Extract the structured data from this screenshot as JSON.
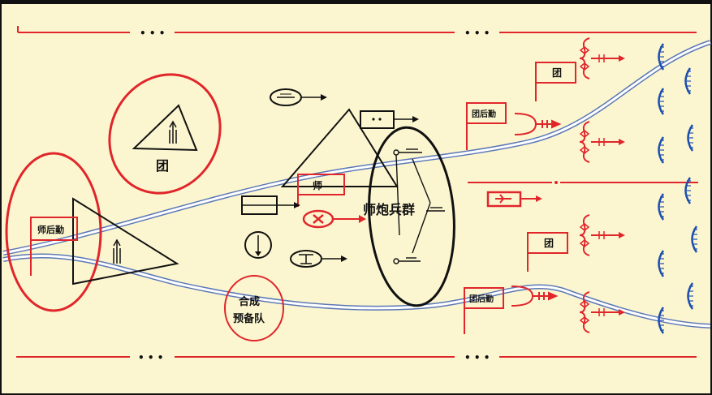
{
  "colors": {
    "background": "#fcf6d0",
    "frame": "#111111",
    "friendly": "#e0262b",
    "enemy": "#1c4fb0",
    "river_fill": "#ffffff",
    "river_edge": "#5b78b5",
    "black": "#111111"
  },
  "labels": {
    "regiment_rear": "团",
    "division_rear_flag": "师后勤",
    "division_hq_flag": "师",
    "division_artillery_group": "师炮兵群",
    "combined_reserve_line1": "合成",
    "combined_reserve_line2": "预备队",
    "regiment_flag_top": "团",
    "regiment_rear_flag_top": "团后勤",
    "regiment_flag_bottom": "团",
    "regiment_rear_flag_bottom": "团后勤",
    "dots_top_left": "• • •",
    "dots_top_right": "• • •",
    "dots_bottom_left": "• • •",
    "dots_bottom_right": "• • •"
  },
  "icons": {
    "triangle_unit": "triangle-unit-icon",
    "flag": "flag-icon",
    "arrow": "arrow-icon",
    "enemy_arc": "enemy-position-arc-icon"
  }
}
